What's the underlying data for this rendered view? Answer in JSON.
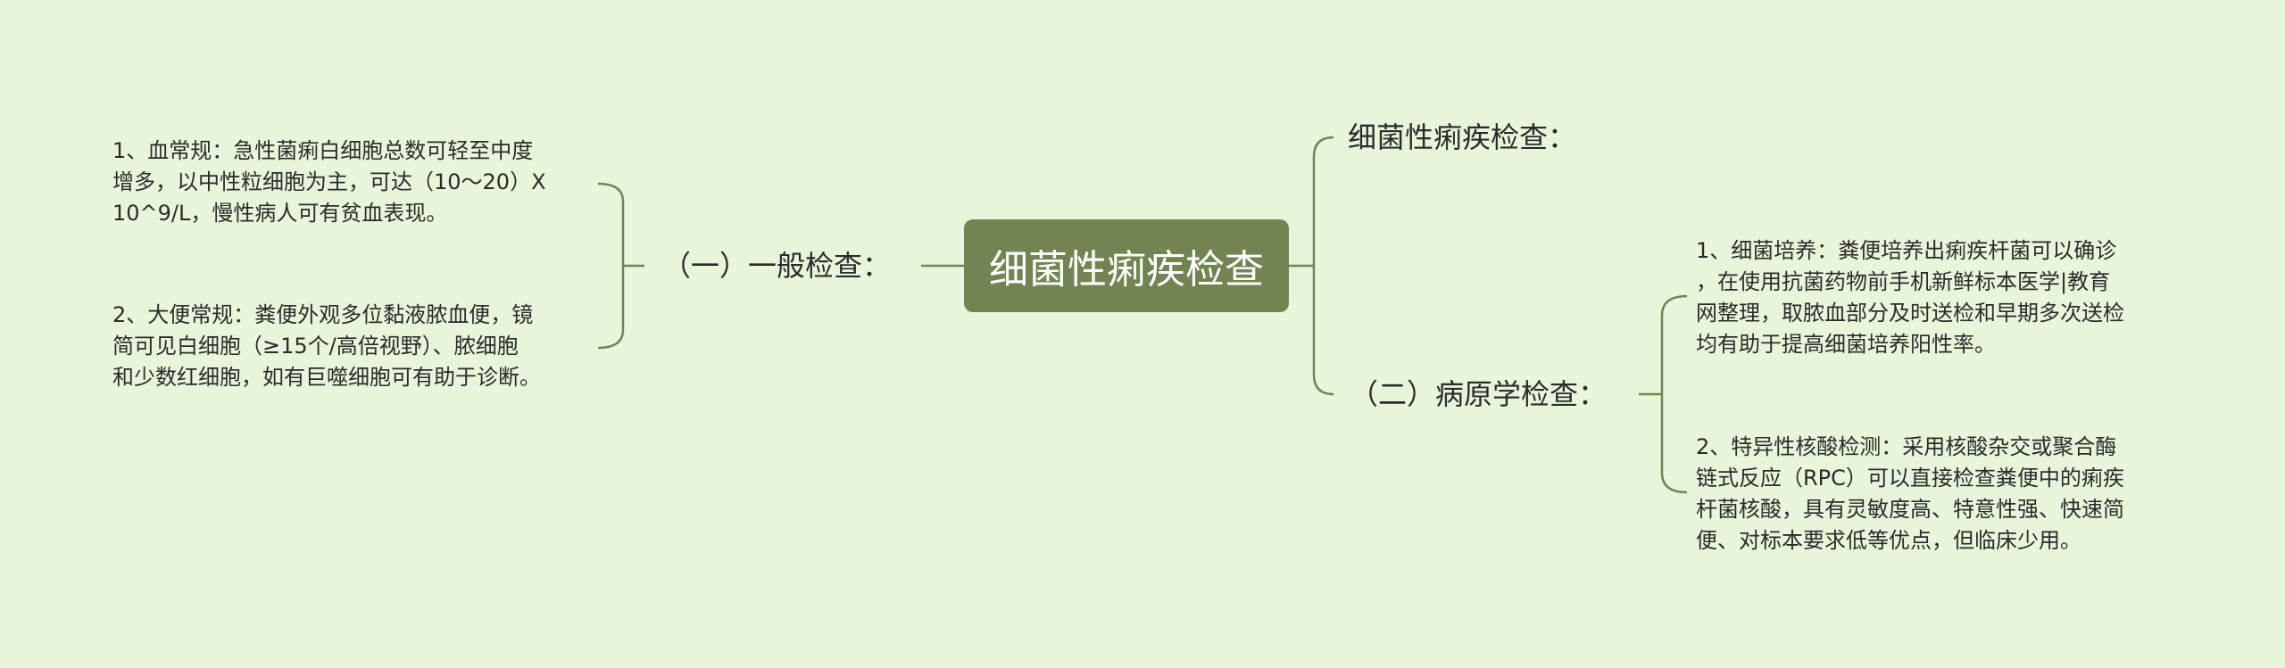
{
  "center": {
    "title": "细菌性痢疾检查"
  },
  "branches": {
    "top_right": {
      "label": "细菌性痢疾检查："
    },
    "left": {
      "label": "（一）一般检查：",
      "items": [
        {
          "lines": [
            "1、血常规：急性菌痢白细胞总数可轻至中度",
            "增多，以中性粒细胞为主，可达（10～20）X",
            "10^9/L，慢性病人可有贫血表现。"
          ]
        },
        {
          "lines": [
            "2、大便常规：粪便外观多位黏液脓血便，镜",
            "简可见白细胞（≥15个/高倍视野）、脓细胞",
            "和少数红细胞，如有巨噬细胞可有助于诊断。"
          ]
        }
      ]
    },
    "right": {
      "label": "（二）病原学检查：",
      "items": [
        {
          "lines": [
            "1、细菌培养：粪便培养出痢疾杆菌可以确诊",
            "，在使用抗菌药物前手机新鲜标本医学|教育",
            "网整理，取脓血部分及时送检和早期多次送检",
            "均有助于提高细菌培养阳性率。"
          ]
        },
        {
          "lines": [
            "2、特异性核酸检测：采用核酸杂交或聚合酶",
            "链式反应（RPC）可以直接检查粪便中的痢疾",
            "杆菌核酸，具有灵敏度高、特意性强、快速简",
            "便、对标本要求低等优点，但临床少用。"
          ]
        }
      ]
    }
  },
  "colors": {
    "background": "#e8f5da",
    "center_fill": "#738453",
    "line": "#738453",
    "text": "#2b2b2b"
  }
}
